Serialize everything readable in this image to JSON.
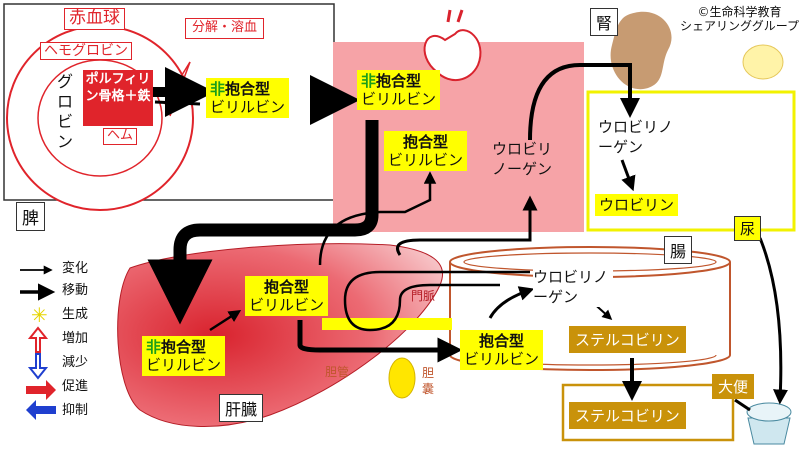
{
  "copyright": "©生命科学教育\nシェアリンググループ",
  "organs": {
    "spleen": "脾",
    "kidney": "腎",
    "intestine": "腸",
    "liver": "肝臓",
    "urine": "尿",
    "feces": "大便",
    "portal_vein": "門脈",
    "bile_duct": "胆管",
    "gallbladder": "胆囊"
  },
  "rbc": {
    "title": "赤血球",
    "hemoglobin": "ヘモグロビン",
    "globin": "グロビン",
    "porphyrin": "ポルフィリン骨格＋鉄",
    "heme": "ヘム",
    "decomposition": "分解・溶血"
  },
  "bilirubin": {
    "non_prefix": "非",
    "conjugated": "抱合型",
    "name": "ビリルビン"
  },
  "urobilinogen": "ウロビリノーゲン",
  "urobilin": "ウロビリン",
  "stercobilin": "ステルコビリン",
  "legend": {
    "change": "変化",
    "move": "移動",
    "produce": "生成",
    "increase": "増加",
    "decrease": "減少",
    "promote": "促進",
    "inhibit": "抑制"
  },
  "colors": {
    "blood_pink": "#f6a3a7",
    "rbc_red": "#e0242b",
    "highlight_yellow": "#ffff00",
    "stercobilin_gold": "#c9920a",
    "kidney_box": "#f2f200",
    "intestine_border": "#c0562d"
  }
}
